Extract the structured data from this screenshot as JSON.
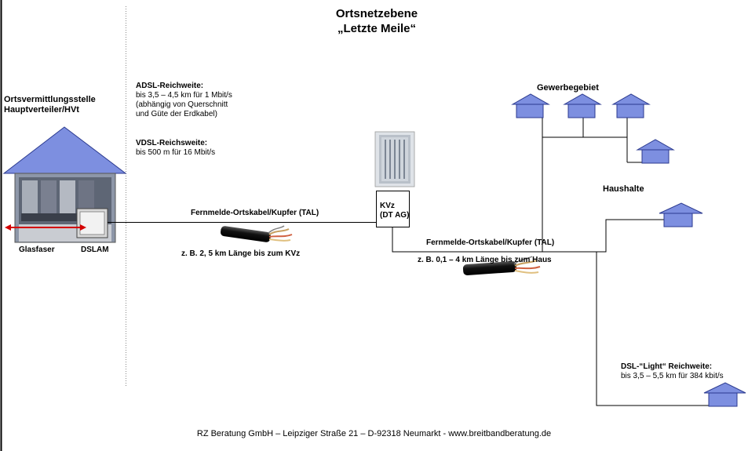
{
  "title": {
    "line1": "Ortsnetzebene",
    "line2": "„Letzte Meile“"
  },
  "exchange": {
    "line1": "Ortsvermittlungsstelle",
    "line2": "Hauptverteiler/HVt"
  },
  "adsl": {
    "heading": "ADSL-Reichweite:",
    "line1": "bis 3,5 – 4,5 km für 1 Mbit/s",
    "line2": "(abhängig von Querschnitt",
    "line3": "und Güte der Erdkabel)"
  },
  "vdsl": {
    "heading": "VDSL-Reichsweite:",
    "line1": "bis 500 m für 16 Mbit/s"
  },
  "labels": {
    "glasfaser": "Glasfaser",
    "dslam": "DSLAM"
  },
  "kvz": {
    "line1": "KVz",
    "line2": "(DT AG)"
  },
  "cable1": {
    "label": "Fernmelde-Ortskabel/Kupfer (TAL)",
    "length": "z. B. 2, 5 km Länge bis zum KVz"
  },
  "cable2": {
    "label": "Fernmelde-Ortskabel/Kupfer (TAL)",
    "length": "z. B. 0,1 – 4 km Länge bis zum Haus"
  },
  "gewerbegebiet": "Gewerbegebiet",
  "haushalte": "Haushalte",
  "dsl_light": {
    "heading": "DSL-“Light“ Reichweite:",
    "line1": "bis 3,5 – 5,5 km für 384 kbit/s"
  },
  "footer": "RZ Beratung GmbH – Leipziger Straße 21 – D-92318 Neumarkt  - www.breitbandberatung.de",
  "colors": {
    "house_fill": "#7d8fe0",
    "house_stroke": "#2b3a8f",
    "arrow": "#d40000"
  }
}
